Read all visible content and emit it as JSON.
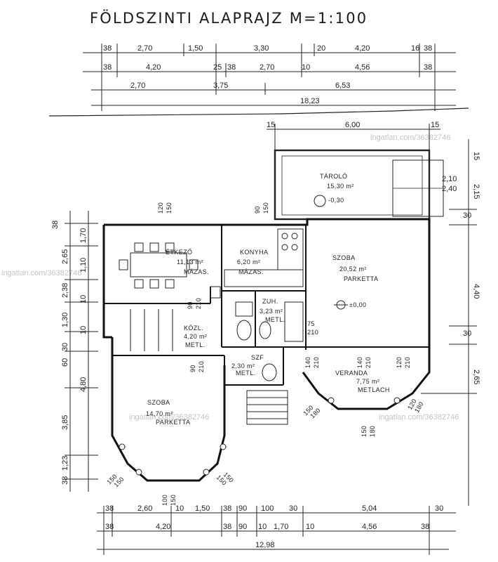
{
  "title": "FÖLDSZINTI ALAPRAJZ  M=1:100",
  "watermark": "ingatlan.com/36382746",
  "dimensions": {
    "top_row_1": [
      "38",
      "2,70",
      "1,50",
      "3,30",
      "20",
      "4,20",
      "16",
      "38"
    ],
    "top_row_2": [
      "38",
      "4,20",
      "25",
      "38",
      "2,70",
      "10",
      "4,56",
      "38"
    ],
    "top_row_3": [
      "2,70",
      "3,75",
      "6,53"
    ],
    "top_total": "18,23",
    "terrace_top": [
      "15",
      "6,00",
      "15"
    ],
    "right_side": [
      "15",
      "2,10",
      "2,40",
      "2,15",
      "30",
      "4,40",
      "30",
      "2,65"
    ],
    "left_side": [
      "38",
      "1,70",
      "2,65",
      "1,10",
      "2,38",
      "10",
      "1,30",
      "10",
      "30",
      "60",
      "4,80",
      "3,85",
      "1,23",
      "38"
    ],
    "bottom_row_1": [
      "38",
      "2,60",
      "10",
      "1,50",
      "38",
      "90",
      "100",
      "30",
      "5,04",
      "30"
    ],
    "bottom_row_2": [
      "38",
      "4,20",
      "38",
      "90",
      "10",
      "1,70",
      "10",
      "4,56",
      "38"
    ],
    "bottom_total": "12,98"
  },
  "rooms": {
    "terrace": {
      "name": "TÁROLÓ",
      "area": "15,30 m²",
      "level": "-0,30"
    },
    "dining": {
      "name": "ÉTKEZŐ",
      "area": "11,13 m²",
      "floor": "MÁZAS."
    },
    "kitchen": {
      "name": "KONYHA",
      "area": "6,20 m²",
      "floor": "MÁZAS."
    },
    "living": {
      "name": "SZOBA",
      "area": "20,52 m²",
      "floor": "PARKETTA",
      "level": "±0,00"
    },
    "hall": {
      "name": "KÖZL.",
      "area": "4,20 m²",
      "floor": "METL."
    },
    "shower": {
      "name": "ZUH.",
      "area": "3,23 m²",
      "floor": "METL."
    },
    "wc": {
      "name": "SZF",
      "area": "2,30 m²",
      "floor": "METL."
    },
    "veranda": {
      "name": "VERANDA",
      "area": "7,75 m²",
      "floor": "METLACH"
    },
    "bedroom": {
      "name": "SZOBA",
      "area": "14,70 m²",
      "floor": "PARKETTA"
    }
  },
  "openings": {
    "dining_window": [
      "120",
      "150"
    ],
    "kitchen_window": [
      "90",
      "150"
    ],
    "hall_door": [
      "90",
      "210"
    ],
    "shower_door": [
      "75",
      "210"
    ],
    "veranda_door_1": [
      "140",
      "210"
    ],
    "veranda_door_2": [
      "140",
      "210"
    ],
    "veranda_door_3": [
      "120",
      "210"
    ],
    "bedroom_door": [
      "90",
      "210"
    ],
    "bedroom_window_1": [
      "150",
      "150"
    ],
    "bedroom_window_2": [
      "100",
      "150"
    ],
    "bedroom_window_3": [
      "150",
      "150"
    ],
    "veranda_window_1": [
      "150",
      "180"
    ],
    "veranda_window_2": [
      "150",
      "180"
    ],
    "veranda_window_3": [
      "120",
      "180"
    ]
  }
}
